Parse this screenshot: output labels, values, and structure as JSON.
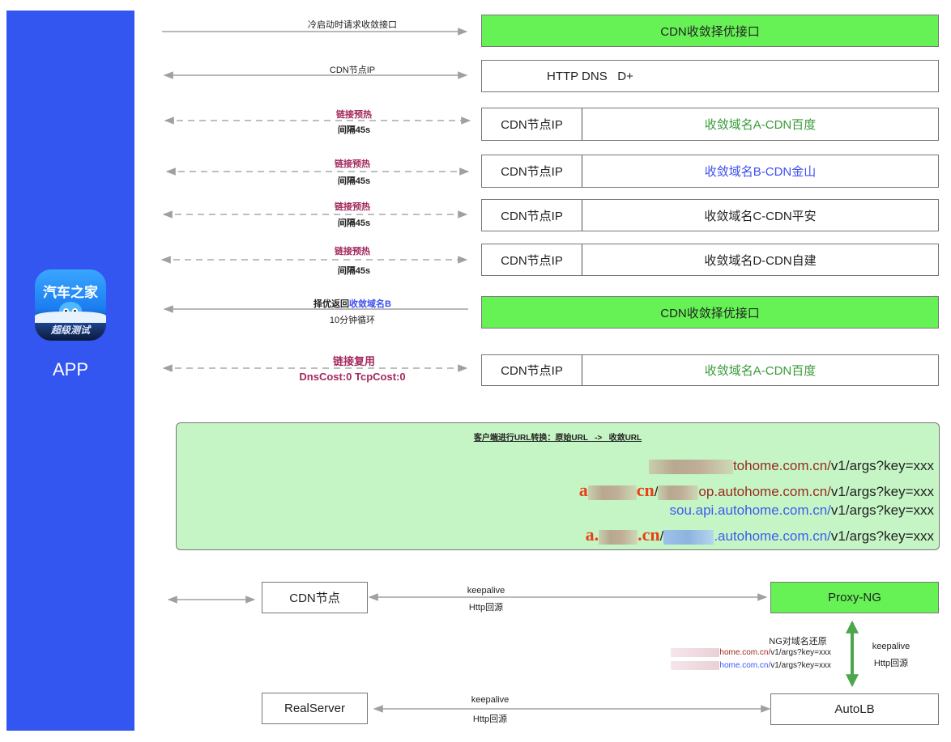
{
  "sidebar": {
    "app_icon": {
      "line1": "汽车之家",
      "line2": "超级测试"
    },
    "label": "APP"
  },
  "flows": [
    {
      "labels": [
        "冷启动时请求收敛接口"
      ],
      "style": "solid",
      "direction": "right"
    },
    {
      "labels": [
        "CDN节点IP"
      ],
      "style": "solid",
      "direction": "both"
    },
    {
      "labels": [
        "链接预热",
        "间隔45s"
      ],
      "style": "dashed",
      "direction": "both"
    },
    {
      "labels": [
        "链接预热",
        "间隔45s"
      ],
      "style": "dashed",
      "direction": "both"
    },
    {
      "labels": [
        "链接预热",
        "间隔45s"
      ],
      "style": "dashed",
      "direction": "both"
    },
    {
      "labels": [
        "链接预热",
        "间隔45s"
      ],
      "style": "dashed",
      "direction": "both"
    },
    {
      "labels": [
        "择优返回",
        "收敛域名B",
        "10分钟循环"
      ],
      "style": "solid",
      "direction": "left"
    },
    {
      "labels": [
        "链接复用",
        "DnsCost:0 TcpCost:0"
      ],
      "style": "dashed",
      "direction": "both"
    }
  ],
  "boxes": {
    "optimize_api_1": "CDN收敛择优接口",
    "http_dns": "HTTP DNS   D+",
    "domain_rows": [
      {
        "left": "CDN节点IP",
        "right": "收敛域名A-CDN百度",
        "color": "#3a9a3a"
      },
      {
        "left": "CDN节点IP",
        "right": "收敛域名B-CDN金山",
        "color": "#3d4ff0"
      },
      {
        "left": "CDN节点IP",
        "right": "收敛域名C-CDN平安",
        "color": "#222222"
      },
      {
        "left": "CDN节点IP",
        "right": "收敛域名D-CDN自建",
        "color": "#222222"
      }
    ],
    "optimize_api_2": "CDN收敛择优接口",
    "reuse_row": {
      "left": "CDN节点IP",
      "right": "收敛域名A-CDN百度",
      "color": "#3a9a3a"
    }
  },
  "url_panel": {
    "title": "客户端进行URL转换：原始URL   ->   收敛URL",
    "rows": [
      {
        "prefix": "",
        "domain": "tohome.com.cn/",
        "path": "v1/args?key=xxx",
        "domain_color": "red"
      },
      {
        "prefix": "a",
        "prefix_tail": "cn",
        "sep": "/",
        "domain": "op.autohome.com.cn/",
        "path": "v1/args?key=xxx",
        "domain_color": "red"
      },
      {
        "prefix": "",
        "domain": "sou.api.autohome.com.cn/",
        "path": "v1/args?key=xxx",
        "domain_color": "blue"
      },
      {
        "prefix": "a.",
        "prefix_tail": ".cn",
        "sep": "/",
        "domain": ".autohome.com.cn/",
        "path": "v1/args?key=xxx",
        "domain_color": "blue"
      }
    ]
  },
  "backend": {
    "cdn_node": "CDN节点",
    "proxy_ng": "Proxy-NG",
    "real_server": "RealServer",
    "autolb": "AutoLB",
    "link1": {
      "top": "keepalive",
      "bottom": "Http回源"
    },
    "link2": {
      "top": "keepalive",
      "bottom": "Http回源"
    },
    "vertical_link": {
      "top": "keepalive",
      "bottom": "Http回源"
    },
    "ng_restore": {
      "title": "NG对域名还原",
      "rows": [
        {
          "domain": "home.com.cn/",
          "path": "v1/args?key=xxx",
          "domain_color": "red"
        },
        {
          "domain": "home.com.cn/",
          "path": "v1/args?key=xxx",
          "domain_color": "blue"
        }
      ]
    }
  },
  "colors": {
    "sidebar": "#3355f0",
    "green_box": "#66f255",
    "panel_bg": "#c5f5c5",
    "purple_text": "#a32a5e",
    "blue_text": "#3d4ff0",
    "arrow_gray": "#a0a0a0",
    "vertical_arrow": "#4ca64c"
  }
}
